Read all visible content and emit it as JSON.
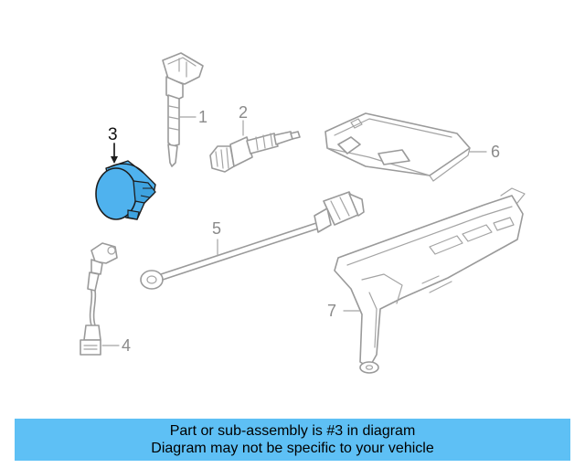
{
  "diagram": {
    "callouts": [
      "1",
      "2",
      "3",
      "4",
      "5",
      "6",
      "7"
    ],
    "highlight_color": "#4fb2ee",
    "highlighted_part": "3"
  },
  "banner": {
    "line1": "Part or sub-assembly is #3 in diagram",
    "line2": "Diagram may not be specific to your vehicle",
    "background": "#5ec0f5"
  }
}
